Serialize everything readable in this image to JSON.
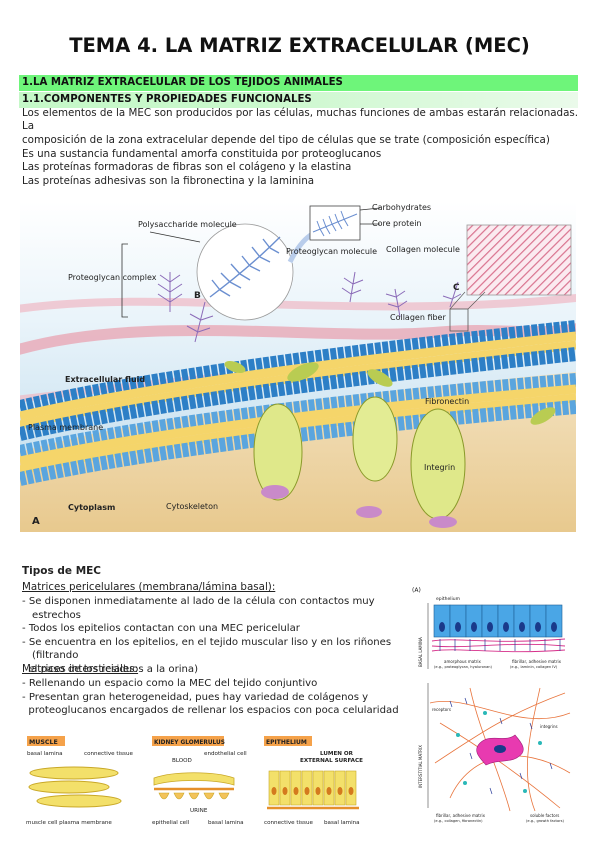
{
  "title": "TEMA 4. LA MATRIZ EXTRACELULAR (MEC)",
  "section1": "1.LA MATRIZ EXTRACELULAR DE LOS TEJIDOS ANIMALES",
  "section1_1": "1.1.COMPONENTES Y PROPIEDADES FUNCIONALES",
  "intro": [
    "Los elementos de la MEC son producidos por las células, muchas funciones de ambas estarán relacionadas. La",
    "composición de la zona extracelular depende del tipo de células que se trate (composición específica)"
  ],
  "components": [
    "Es una sustancia fundamental amorfa constituida por proteoglucanos",
    "Las proteínas formadoras de fibras son el colágeno y la elastina",
    "Las proteínas adhesivas son la fibronectina y la laminina"
  ],
  "main_figure": {
    "carbohydrates": "Carbohydrates",
    "core_protein": "Core protein",
    "polysaccharide_molecule": "Polysaccharide molecule",
    "proteoglycan_molecule": "Proteoglycan molecule",
    "collagen_molecule": "Collagen molecule",
    "proteoglycan_complex": "Proteoglycan complex",
    "collagen_fiber": "Collagen fiber",
    "extracellular_fluid": "Extracellular fluid",
    "fibronectin": "Fibronectin",
    "plasma_membrane": "Plasma membrane",
    "integrin": "Integrin",
    "cytoplasm": "Cytoplasm",
    "cytoskeleton": "Cytoskeleton",
    "label_a": "A",
    "label_b": "B",
    "label_c": "C"
  },
  "tipos_heading": "Tipos de MEC",
  "pericelular_heading": "Matrices pericelulares (membrana/lámina basal):",
  "pericelular_items": [
    "- Se disponen inmediatamente al lado de la célula con contactos muy estrechos",
    "- Todos los epitelios contactan con una MEC pericelular",
    "- Se encuentra en los epitelios, en el tejido muscular liso y en los riñones (filtrando",
    "  el paso de los residuos a la orina)"
  ],
  "intersticial_heading": "Matrices intersticiales:",
  "intersticial_items": [
    "- Rellenando un espacio como la MEC del tejido conjuntivo",
    "- Presentan gran heterogeneidad, pues hay variedad de colágenos y",
    "  proteoglucanos encargados de rellenar los espacios con poca celularidad"
  ],
  "side_figure": {
    "panel": "(A)",
    "epithelium": "epithelium",
    "basal_lamina": "BASAL LAMINA",
    "amorphous_matrix": "amorphous matrix",
    "amorphous_eg": "(e.g., proteoglycan, hyaluronan)",
    "fibrillar_adhesive": "fibrillar, adhesive matrix",
    "fibrillar_eg": "(e.g., laminin, collagen IV)",
    "receptors": "receptors",
    "integrins": "integrins",
    "interstitial_matrix": "INTERSTITIAL MATRIX",
    "fibrillar_adhesive_2": "fibrillar, adhesive matrix",
    "fibrillar_eg_2": "(e.g., collagen, fibronectin)",
    "soluble_factors": "soluble factors",
    "soluble_eg": "(e.g., growth factors)"
  },
  "bottom_figure": {
    "muscle": "MUSCLE",
    "basal_lamina_1": "basal lamina",
    "connective_tissue_1": "connective tissue",
    "muscle_cell_pm": "muscle cell plasma membrane",
    "kidney": "KIDNEY GLOMERULUS",
    "blood": "BLOOD",
    "endothelial_cell": "endothelial cell",
    "urine": "URINE",
    "epithelial_cell": "epithelial cell",
    "basal_lamina_2": "basal lamina",
    "epithelium": "EPITHELIUM",
    "lumen": "LUMEN OR",
    "external_surface": "EXTERNAL SURFACE",
    "connective_tissue_2": "connective tissue",
    "basal_lamina_3": "basal lamina"
  }
}
